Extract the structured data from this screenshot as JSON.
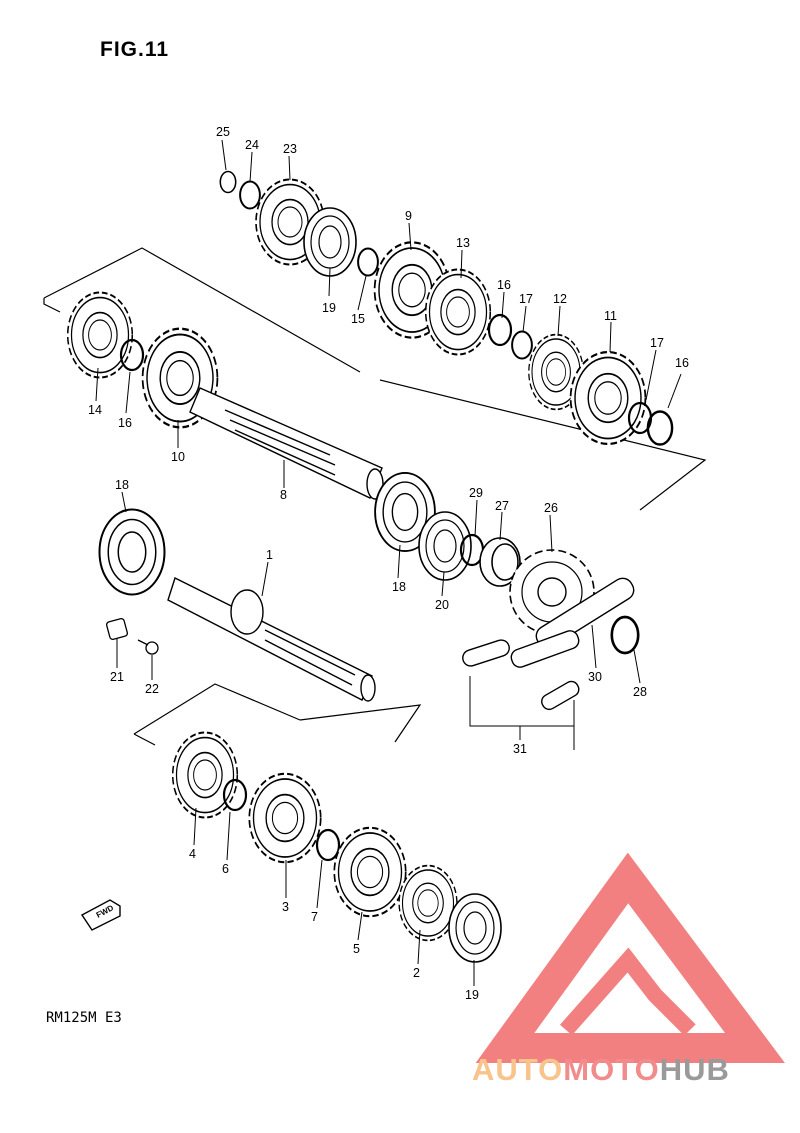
{
  "figure": {
    "title": "FIG.11",
    "model": "RM125M E3",
    "fwd_label": "FWD"
  },
  "watermark": {
    "part1": "AUTO",
    "part2": "MOTO",
    "part3": "HUB",
    "colors": {
      "auto": "#f8c48c",
      "moto": "#f28c8c",
      "hub": "#9a9a9a",
      "triangle": "#f06a6a"
    }
  },
  "callouts": [
    {
      "id": "c1",
      "label": "1"
    },
    {
      "id": "c2",
      "label": "2"
    },
    {
      "id": "c3",
      "label": "3"
    },
    {
      "id": "c4",
      "label": "4"
    },
    {
      "id": "c5",
      "label": "5"
    },
    {
      "id": "c6",
      "label": "6"
    },
    {
      "id": "c7",
      "label": "7"
    },
    {
      "id": "c8",
      "label": "8"
    },
    {
      "id": "c9",
      "label": "9"
    },
    {
      "id": "c10",
      "label": "10"
    },
    {
      "id": "c11",
      "label": "11"
    },
    {
      "id": "c12",
      "label": "12"
    },
    {
      "id": "c13",
      "label": "13"
    },
    {
      "id": "c14",
      "label": "14"
    },
    {
      "id": "c15",
      "label": "15"
    },
    {
      "id": "c16a",
      "label": "16"
    },
    {
      "id": "c16b",
      "label": "16"
    },
    {
      "id": "c16c",
      "label": "16"
    },
    {
      "id": "c17a",
      "label": "17"
    },
    {
      "id": "c17b",
      "label": "17"
    },
    {
      "id": "c18a",
      "label": "18"
    },
    {
      "id": "c18b",
      "label": "18"
    },
    {
      "id": "c19a",
      "label": "19"
    },
    {
      "id": "c19b",
      "label": "19"
    },
    {
      "id": "c20",
      "label": "20"
    },
    {
      "id": "c21",
      "label": "21"
    },
    {
      "id": "c22",
      "label": "22"
    },
    {
      "id": "c23",
      "label": "23"
    },
    {
      "id": "c24",
      "label": "24"
    },
    {
      "id": "c25",
      "label": "25"
    },
    {
      "id": "c26",
      "label": "26"
    },
    {
      "id": "c27",
      "label": "27"
    },
    {
      "id": "c28",
      "label": "28"
    },
    {
      "id": "c29",
      "label": "29"
    },
    {
      "id": "c30",
      "label": "30"
    },
    {
      "id": "c31",
      "label": "31"
    }
  ]
}
